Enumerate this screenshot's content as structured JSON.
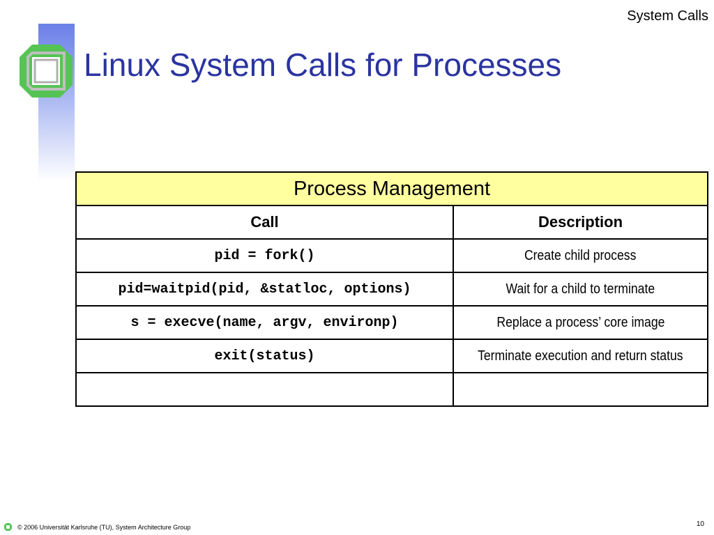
{
  "header": {
    "section_label": "System Calls",
    "title": "Linux System Calls for Processes"
  },
  "table": {
    "caption": "Process Management",
    "columns": [
      "Call",
      "Description"
    ],
    "rows": [
      {
        "call": "pid = fork()",
        "description": "Create child process"
      },
      {
        "call": "pid=waitpid(pid, &statloc, options)",
        "description": "Wait for a child to terminate"
      },
      {
        "call": "s = execve(name, argv, environp)",
        "description": "Replace a process’ core image"
      },
      {
        "call": "exit(status)",
        "description": "Terminate execution and return status"
      },
      {
        "call": "",
        "description": ""
      }
    ]
  },
  "footer": {
    "copyright": "© 2006 Universität Karlsruhe (TU), System Architecture Group",
    "page_number": "10"
  },
  "colors": {
    "title": "#2b34a0",
    "table_header_bg": "#ffffa0",
    "logo_green": "#55c455",
    "accent_blue": "#6b80e8"
  }
}
